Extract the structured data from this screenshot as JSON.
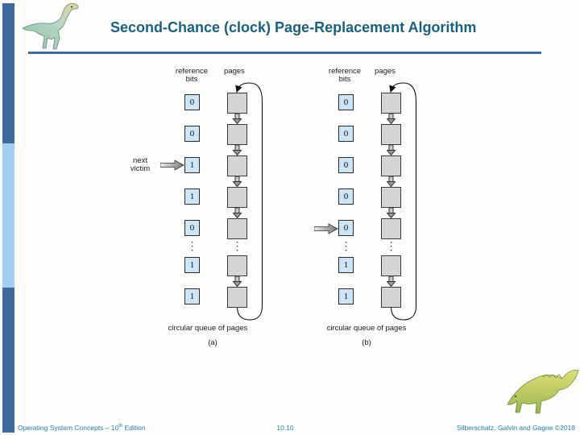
{
  "title": "Second-Chance (clock) Page-Replacement Algorithm",
  "diagram": {
    "headers": {
      "reference": "reference",
      "bits": "bits",
      "pages": "pages"
    },
    "next_victim": {
      "line1": "next",
      "line2": "victim"
    },
    "ellipsis": "⋮",
    "left": {
      "bits": [
        "0",
        "0",
        "1",
        "1",
        "0",
        "1",
        "1"
      ],
      "caption": "circular queue of pages",
      "label": "(a)"
    },
    "right": {
      "bits": [
        "0",
        "0",
        "0",
        "0",
        "0",
        "1",
        "1"
      ],
      "caption": "circular queue of pages",
      "label": "(b)"
    }
  },
  "footer": {
    "book": "Operating System Concepts – 10",
    "book_sup": "th",
    "book_suffix": " Edition",
    "page": "10.10",
    "authors": "Silberschatz, Galvin and Gagne ©2018"
  },
  "icons": {
    "header_logo": "dinosaur-logo",
    "footer_logo": "dinosaur-logo"
  },
  "colors": {
    "title_text": "#1b607f",
    "accent_dark_blue": "#3c6a99",
    "sidebar_light_blue": "#a3cff5",
    "footer_text": "#2b7aa9",
    "bit_box_fill": "#cde5f5",
    "page_box_fill": "#d5d5d5"
  }
}
